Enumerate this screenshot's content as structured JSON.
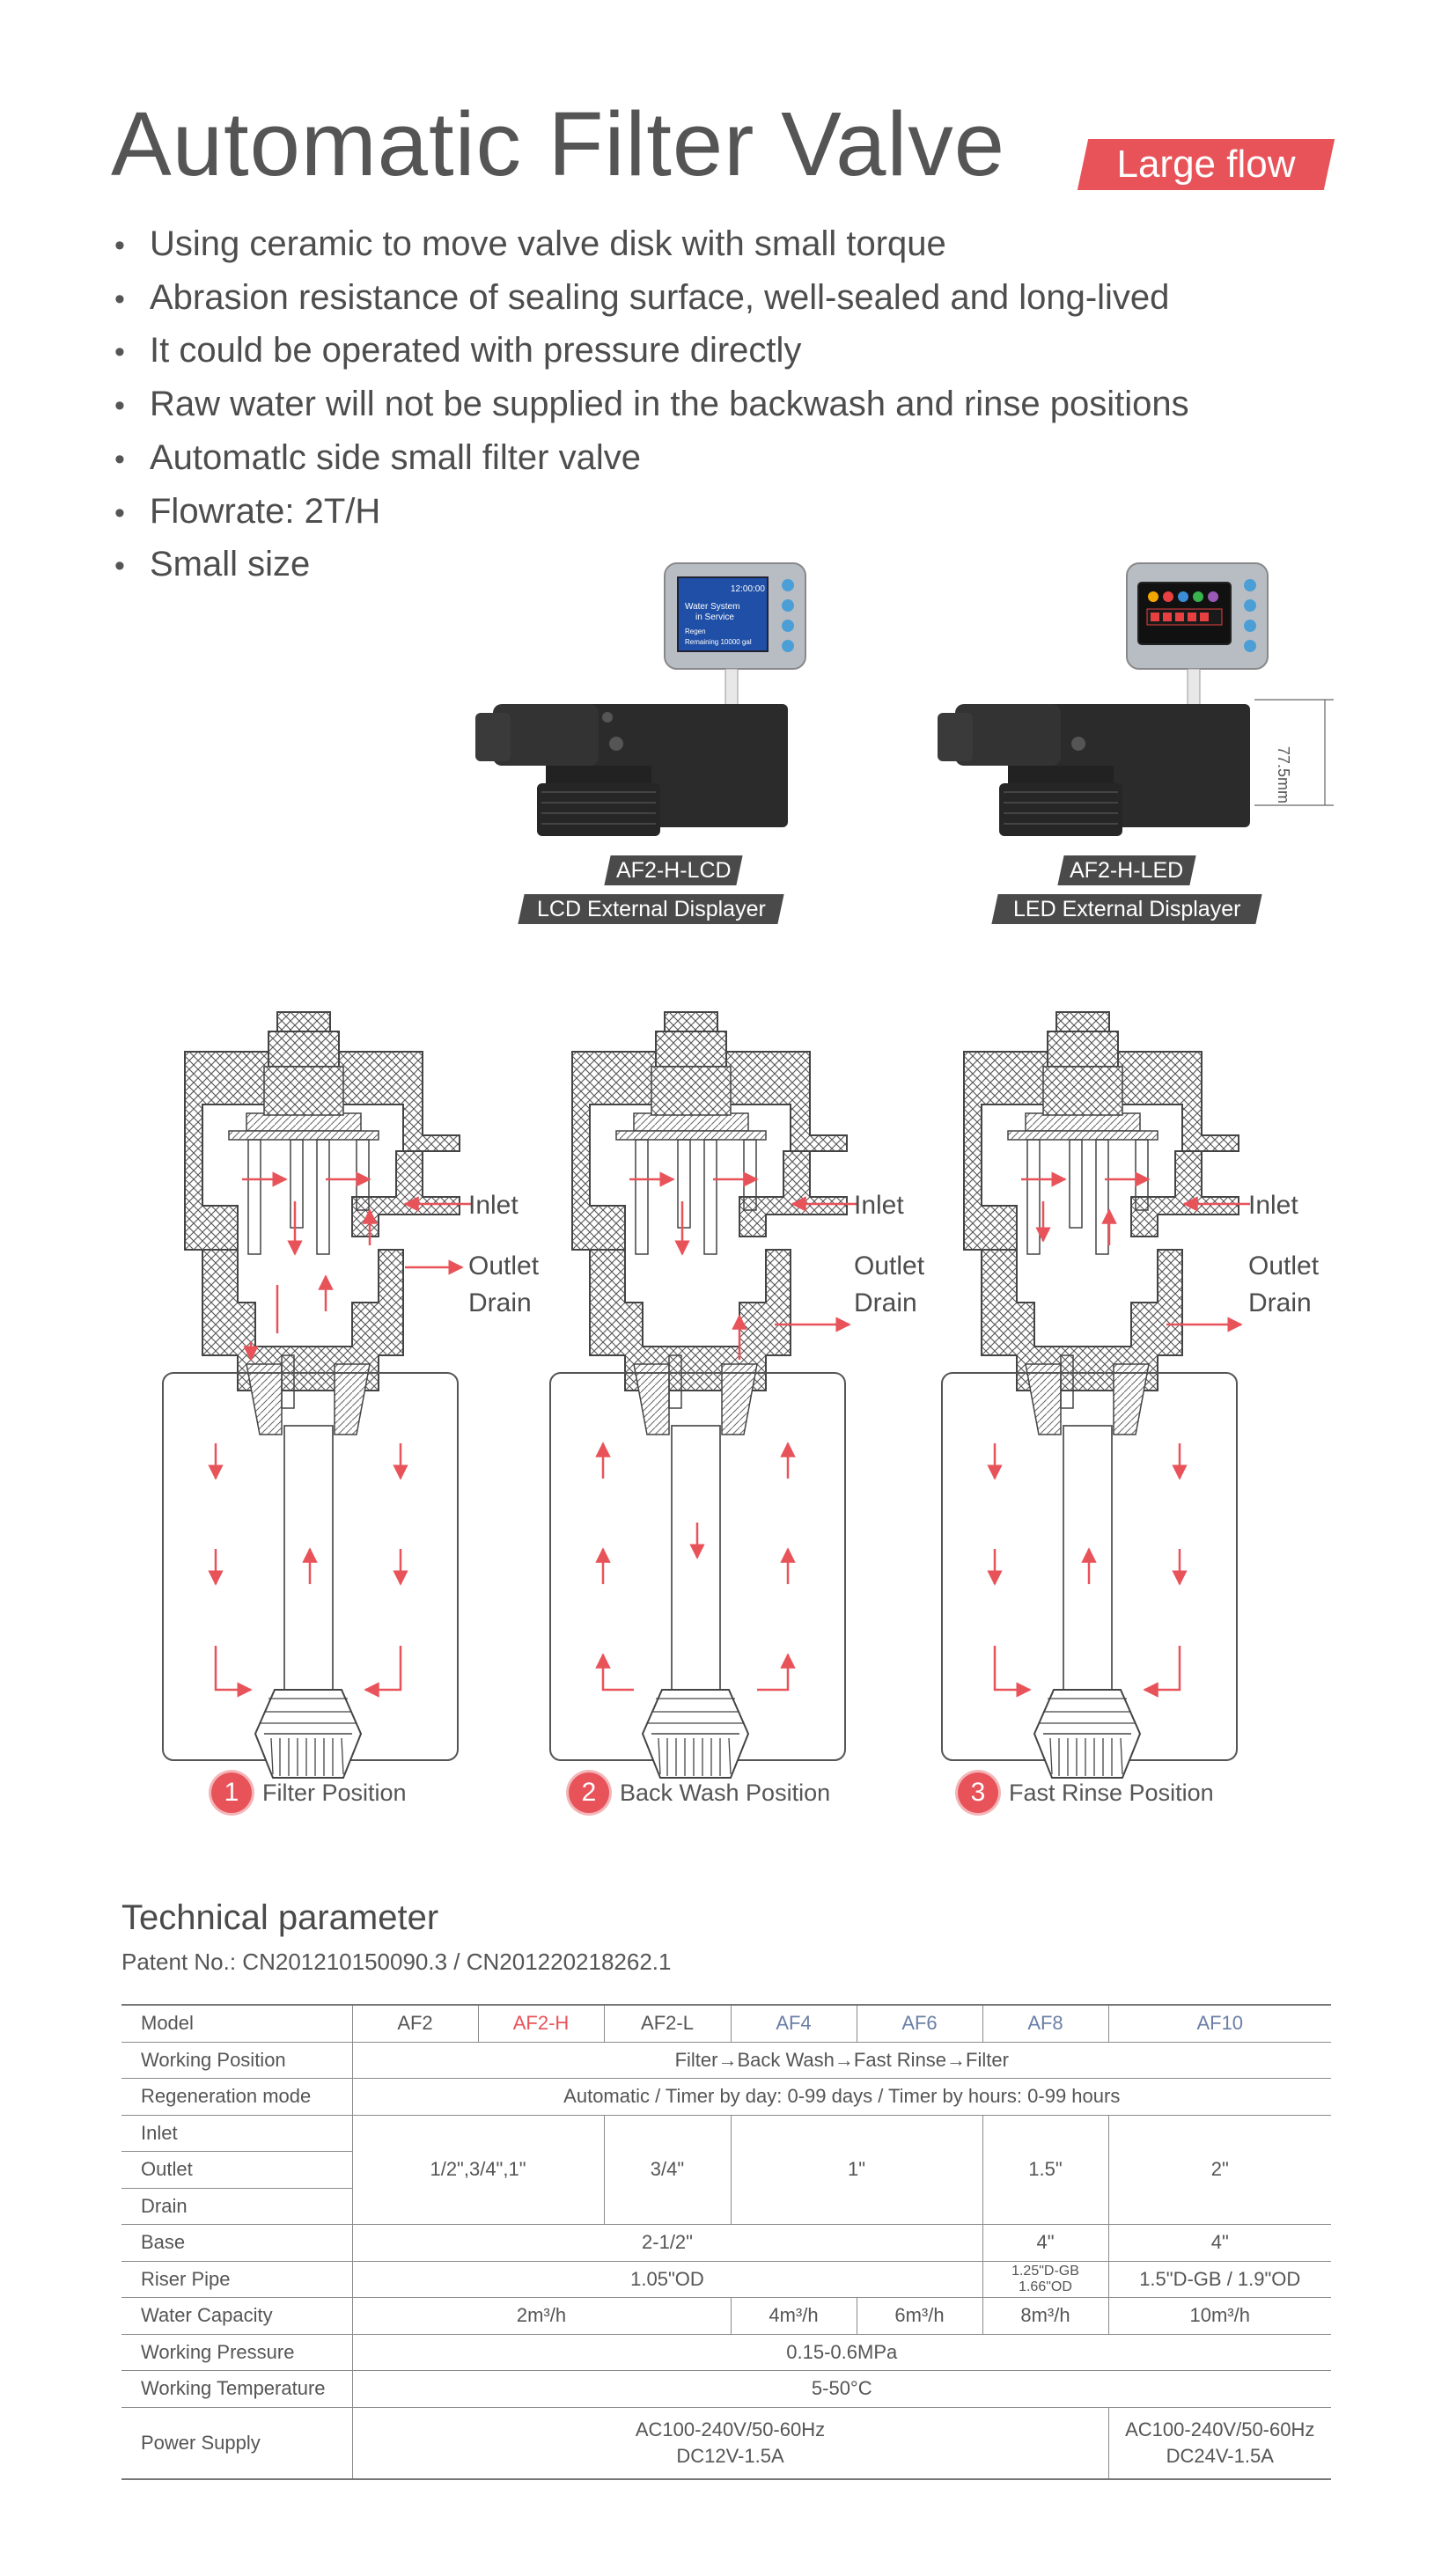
{
  "header": {
    "title": "Automatic Filter Valve",
    "badge": "Large flow"
  },
  "features": [
    "Using ceramic to move valve disk with small torque",
    "Abrasion resistance of sealing surface, well-sealed and long-lived",
    "It could be operated with pressure directly",
    "Raw water will not be supplied in the backwash and rinse positions",
    "Automatlc side small filter valve",
    "Flowrate: 2T/H",
    "Small size"
  ],
  "products": [
    {
      "model": "AF2-H-LCD",
      "display": "LCD External Displayer",
      "screen": {
        "time": "12:00:00",
        "line1": "Water System",
        "line2": "in Service",
        "line3": "Regen",
        "line4": "Remaining 10000 gal"
      }
    },
    {
      "model": "AF2-H-LED",
      "display": "LED External Displayer"
    }
  ],
  "dimension": "77.5mm",
  "diagrams": [
    {
      "num": "1",
      "caption": "Filter Position",
      "labels": [
        "Inlet",
        "Outlet",
        "Drain"
      ]
    },
    {
      "num": "2",
      "caption": "Back Wash Position",
      "labels": [
        "Inlet",
        "Outlet",
        "Drain"
      ]
    },
    {
      "num": "3",
      "caption": "Fast Rinse Position",
      "labels": [
        "Inlet",
        "Outlet",
        "Drain"
      ]
    }
  ],
  "tech": {
    "title": "Technical parameter",
    "patent": "Patent No.: CN201210150090.3 / CN201220218262.1",
    "rows": {
      "model": {
        "label": "Model",
        "values": [
          "AF2",
          "AF2-H",
          "AF2-L",
          "AF4",
          "AF6",
          "AF8",
          "AF10"
        ]
      },
      "position": {
        "label": "Working Position",
        "value": "Filter→Back Wash→Fast Rinse→Filter"
      },
      "regen": {
        "label": "Regeneration mode",
        "value": "Automatic / Timer by day: 0-99 days / Timer by hours: 0-99 hours"
      },
      "inlet": {
        "label": "Inlet"
      },
      "outlet": {
        "label": "Outlet",
        "values": [
          "1/2\",3/4\",1\"",
          "3/4\"",
          "1\"",
          "1.5\"",
          "2\""
        ]
      },
      "drain": {
        "label": "Drain"
      },
      "base": {
        "label": "Base",
        "values": [
          "2-1/2\"",
          "4\"",
          "4\""
        ]
      },
      "riser": {
        "label": "Riser Pipe",
        "values": [
          "1.05\"OD",
          "1.25\"D-GB",
          "1.66\"OD",
          "1.5\"D-GB / 1.9\"OD"
        ]
      },
      "capacity": {
        "label": "Water Capacity",
        "values": [
          "2m³/h",
          "4m³/h",
          "6m³/h",
          "8m³/h",
          "10m³/h"
        ]
      },
      "pressure": {
        "label": "Working Pressure",
        "value": "0.15-0.6MPa"
      },
      "temperature": {
        "label": "Working Temperature",
        "value": "5-50°C"
      },
      "power": {
        "label": "Power Supply",
        "values": [
          "AC100-240V/50-60Hz",
          "DC12V-1.5A",
          "AC100-240V/50-60Hz",
          "DC24V-1.5A"
        ]
      }
    }
  },
  "colors": {
    "accent": "#e8535a",
    "text": "#4d4d4d",
    "blue": "#6a7fa6"
  }
}
